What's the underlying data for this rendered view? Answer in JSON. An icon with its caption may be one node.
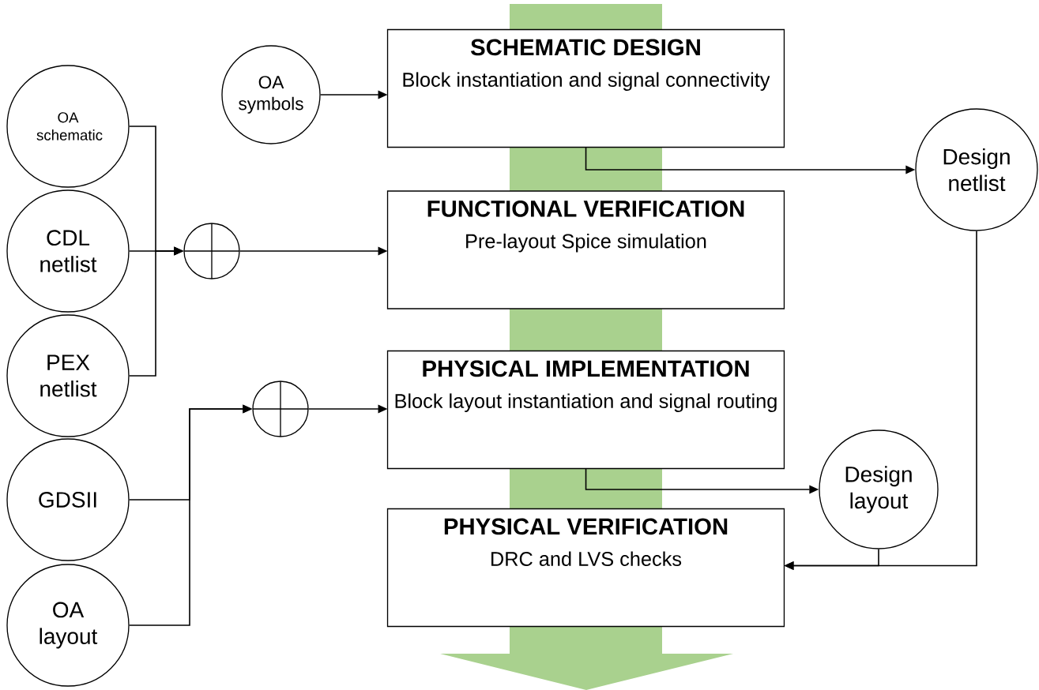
{
  "diagram": {
    "nodes": [
      {
        "text": [
          "OA schematic"
        ]
      },
      {
        "text": [
          "CDL netlist"
        ]
      },
      {
        "text": [
          "PEX netlist"
        ]
      },
      {
        "text": [
          "GDSII"
        ]
      },
      {
        "text": [
          "OA layout"
        ]
      },
      {
        "text": [
          "OA symbols"
        ]
      },
      {
        "text": [],
        "shape": "circle"
      },
      {
        "text": [],
        "shape": "circle"
      },
      {
        "text": [
          "SCHEMATIC DESIGN",
          "Block instantiation and signal connectivity"
        ]
      },
      {
        "text": [
          "FUNCTIONAL VERIFICATION",
          "Pre-layout Spice simulation"
        ]
      },
      {
        "text": [
          "PHYSICAL IMPLEMENTATION",
          "Block layout instantiation and signal routing"
        ]
      },
      {
        "text": [
          "PHYSICAL VERIFICATION",
          "DRC and LVS checks"
        ]
      },
      {
        "text": [
          "Design netlist"
        ]
      },
      {
        "text": [
          "Design layout"
        ]
      }
    ],
    "edges": [
      {
        "from": 0,
        "to": 6,
        "arrow": "to"
      },
      {
        "from": 1,
        "to": 6,
        "arrow": "to"
      },
      {
        "from": 2,
        "to": 6,
        "arrow": "to"
      },
      {
        "from": 6,
        "to": 9,
        "arrow": "to"
      },
      {
        "from": 5,
        "to": 8,
        "arrow": "to"
      },
      {
        "from": 3,
        "to": 7,
        "arrow": "to"
      },
      {
        "from": 4,
        "to": 7,
        "arrow": "to"
      },
      {
        "from": 7,
        "to": 10,
        "arrow": "to"
      },
      {
        "from": 8,
        "to": 12,
        "arrow": "to"
      },
      {
        "from": 10,
        "to": 13,
        "arrow": "to"
      },
      {
        "from": 12,
        "to": 11,
        "arrow": "to"
      },
      {
        "from": 13,
        "to": 11,
        "arrow": "to"
      }
    ]
  }
}
